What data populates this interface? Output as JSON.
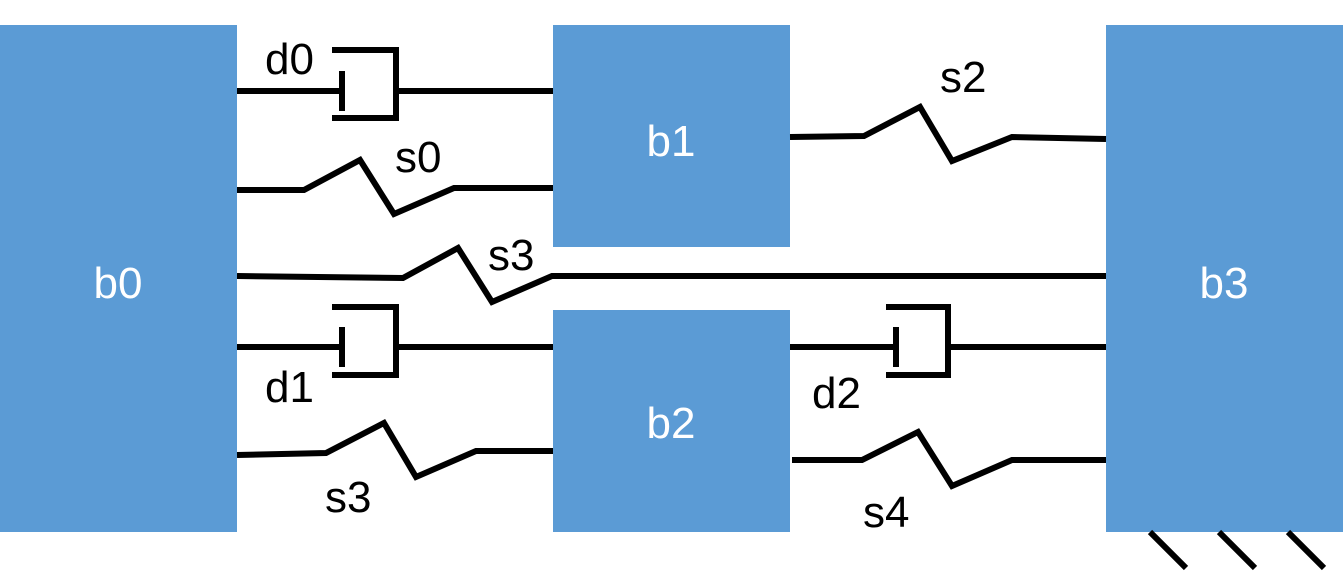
{
  "blocks": {
    "b0": "b0",
    "b1": "b1",
    "b2": "b2",
    "b3": "b3"
  },
  "dampers": {
    "d0": "d0",
    "d1": "d1",
    "d2": "d2"
  },
  "springs": {
    "s0": "s0",
    "s2": "s2",
    "s3_upper": "s3",
    "s3_lower": "s3",
    "s4": "s4"
  },
  "colors": {
    "block_fill": "#5b9bd5",
    "block_text": "#ffffff",
    "line": "#000000"
  },
  "ground_icon": "ground-hatch-icon"
}
